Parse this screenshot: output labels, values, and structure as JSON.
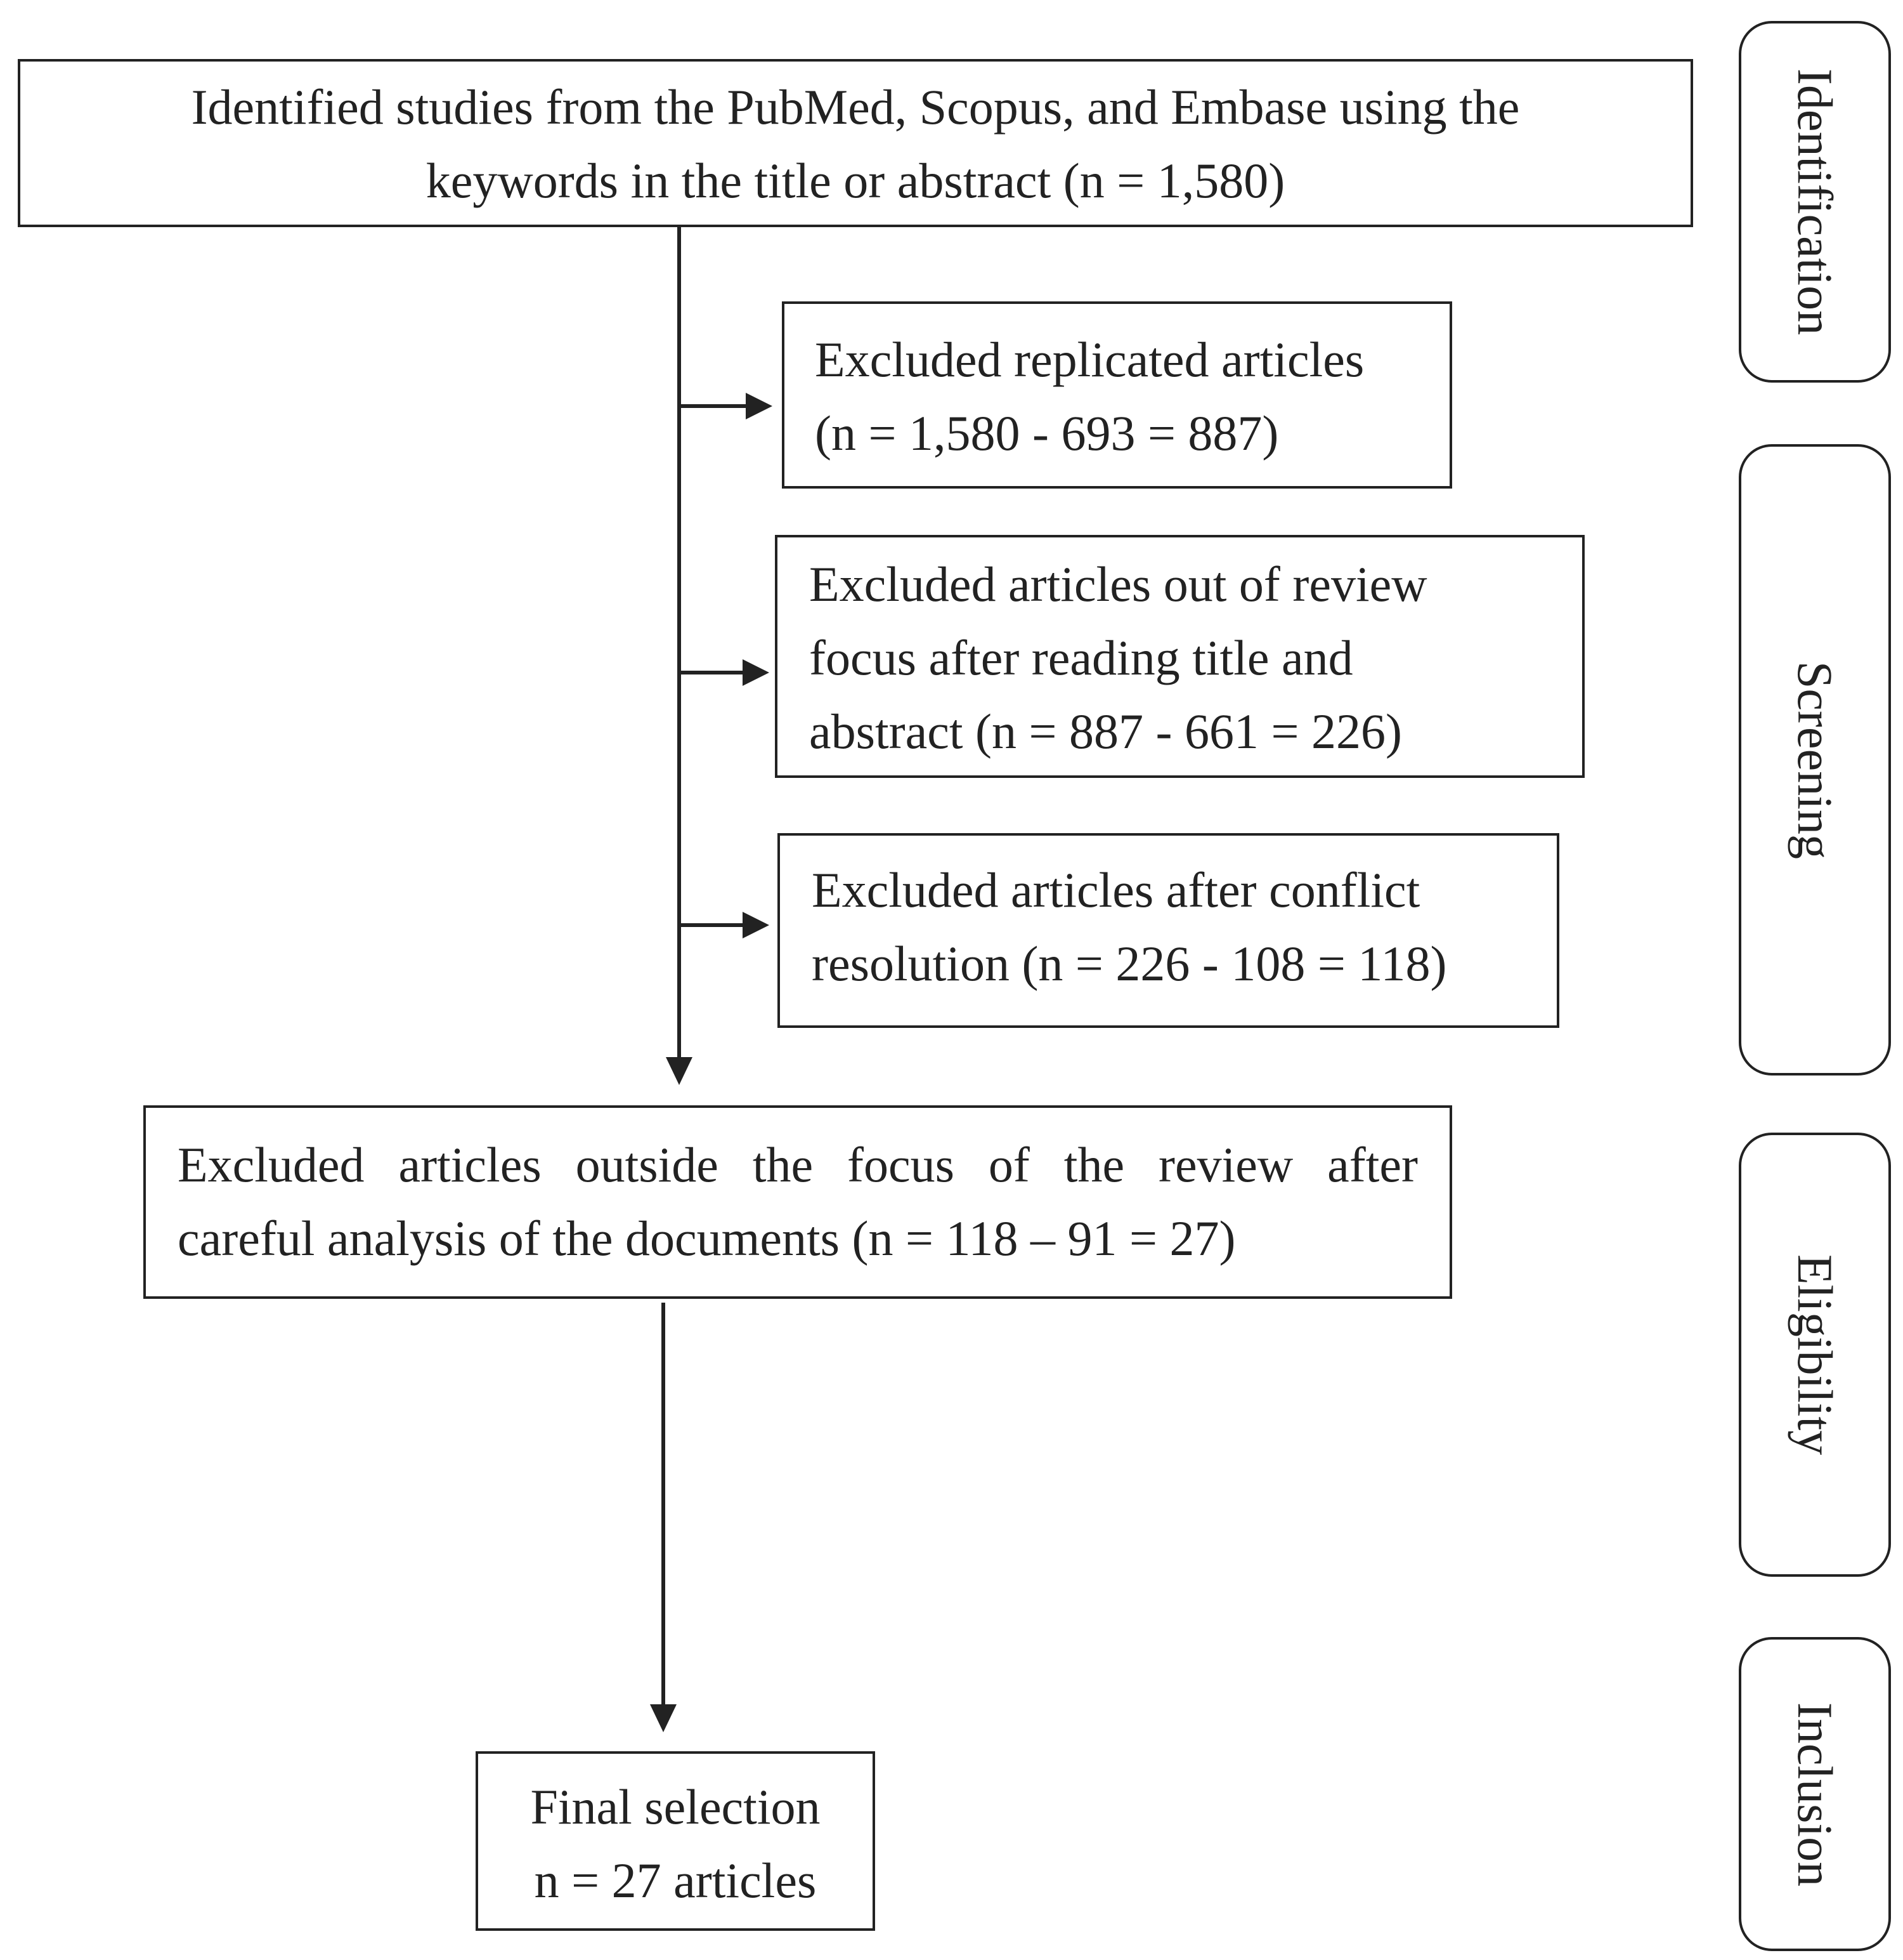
{
  "flow": {
    "identified": {
      "line1": "Identified studies from the PubMed, Scopus, and Embase using the",
      "line2": "keywords in the title or abstract (n = 1,580)"
    },
    "excluded_replicated": {
      "line1": "Excluded replicated articles",
      "line2": "(n = 1,580 - 693 = 887)"
    },
    "excluded_review_focus": {
      "line1": "Excluded articles out of review",
      "line2": "focus after reading title and",
      "line3": "abstract (n = 887 - 661 = 226)"
    },
    "excluded_conflict": {
      "line1": "Excluded articles after conflict",
      "line2": "resolution (n = 226 - 108 = 118)"
    },
    "excluded_outside_focus": {
      "line1": "Excluded articles outside the focus of the review after",
      "line2": "careful analysis of the documents (n = 118 – 91 = 27)"
    },
    "final_selection": {
      "line1": "Final selection",
      "line2": "n = 27 articles"
    }
  },
  "phases": {
    "identification": "Identification",
    "screening": "Screening",
    "eligibility": "Eligibility",
    "inclusion": "Inclusion"
  }
}
